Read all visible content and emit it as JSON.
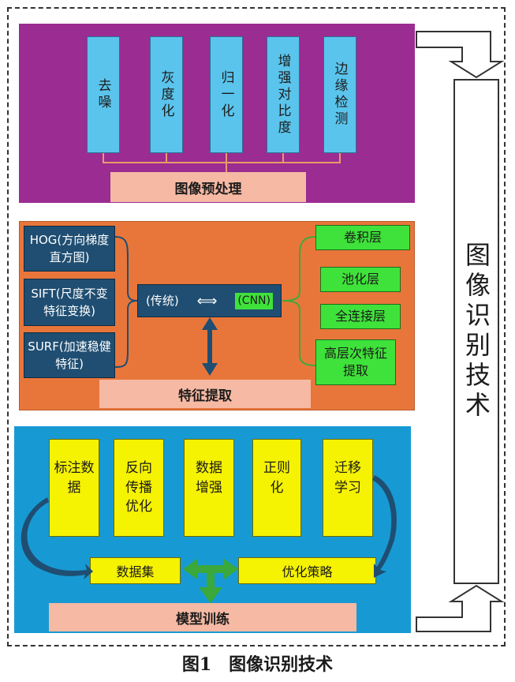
{
  "title": "图像识别技术",
  "caption": "图1　图像识别技术",
  "preprocessing": {
    "label": "图像预处理",
    "steps": [
      "去噪",
      "灰度化",
      "归一化",
      "增强对比度",
      "边缘检测"
    ]
  },
  "feature_extraction": {
    "label": "特征提取",
    "traditional_methods": [
      "HOG(方向梯度直方图)",
      "SIFT(尺度不变特征变换)",
      "SURF(加速稳健特征)"
    ],
    "center_left": "(传统)",
    "center_right": "(CNN)",
    "cnn_layers": [
      "卷积层",
      "池化层",
      "全连接层",
      "高层次特征提取"
    ]
  },
  "training": {
    "label": "模型训练",
    "steps": [
      "标注数据",
      "反向传播优化",
      "数据增强",
      "正则化",
      "迁移学习"
    ],
    "dataset": "数据集",
    "strategy": "优化策略"
  },
  "colors": {
    "section1": "#9b2c91",
    "section2": "#e8763b",
    "section3": "#179ad3",
    "step_box": "#5ac4ec",
    "label_box": "#f6b9a4",
    "method_box": "#1f4e72",
    "cnn_box": "#3fe23a",
    "train_box": "#f5f202"
  }
}
